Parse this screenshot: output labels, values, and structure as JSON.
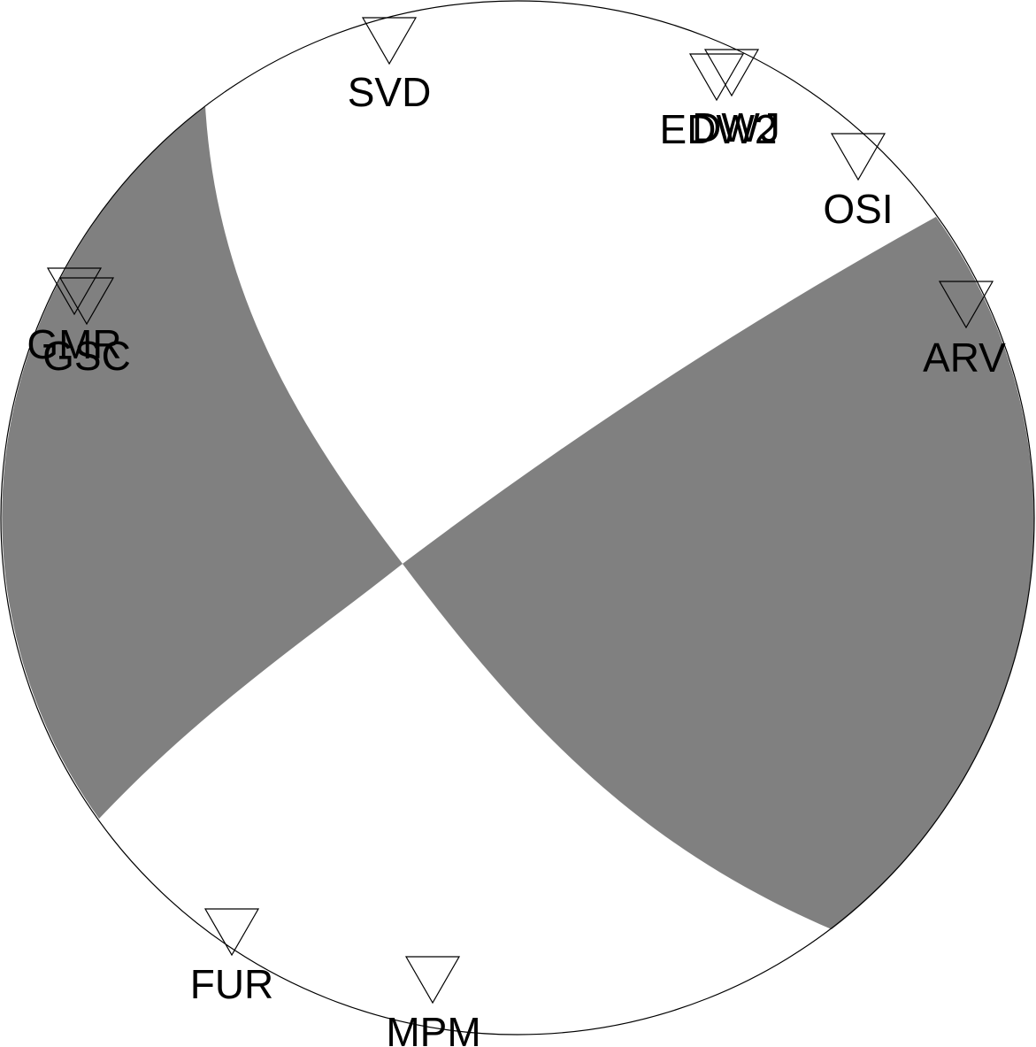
{
  "colors": {
    "compressional": "#808080",
    "dilatational": "#ffffff",
    "outline": "#000000",
    "marker": "#000000",
    "label": "#000000"
  },
  "marker_icon": "inverted-triangle-icon",
  "stations": [
    {
      "code": "SVD"
    },
    {
      "code": "DWJ"
    },
    {
      "code": "EDW2"
    },
    {
      "code": "OSI"
    },
    {
      "code": "ARV"
    },
    {
      "code": "GMR"
    },
    {
      "code": "GSC"
    },
    {
      "code": "FUR"
    },
    {
      "code": "MPM"
    }
  ]
}
